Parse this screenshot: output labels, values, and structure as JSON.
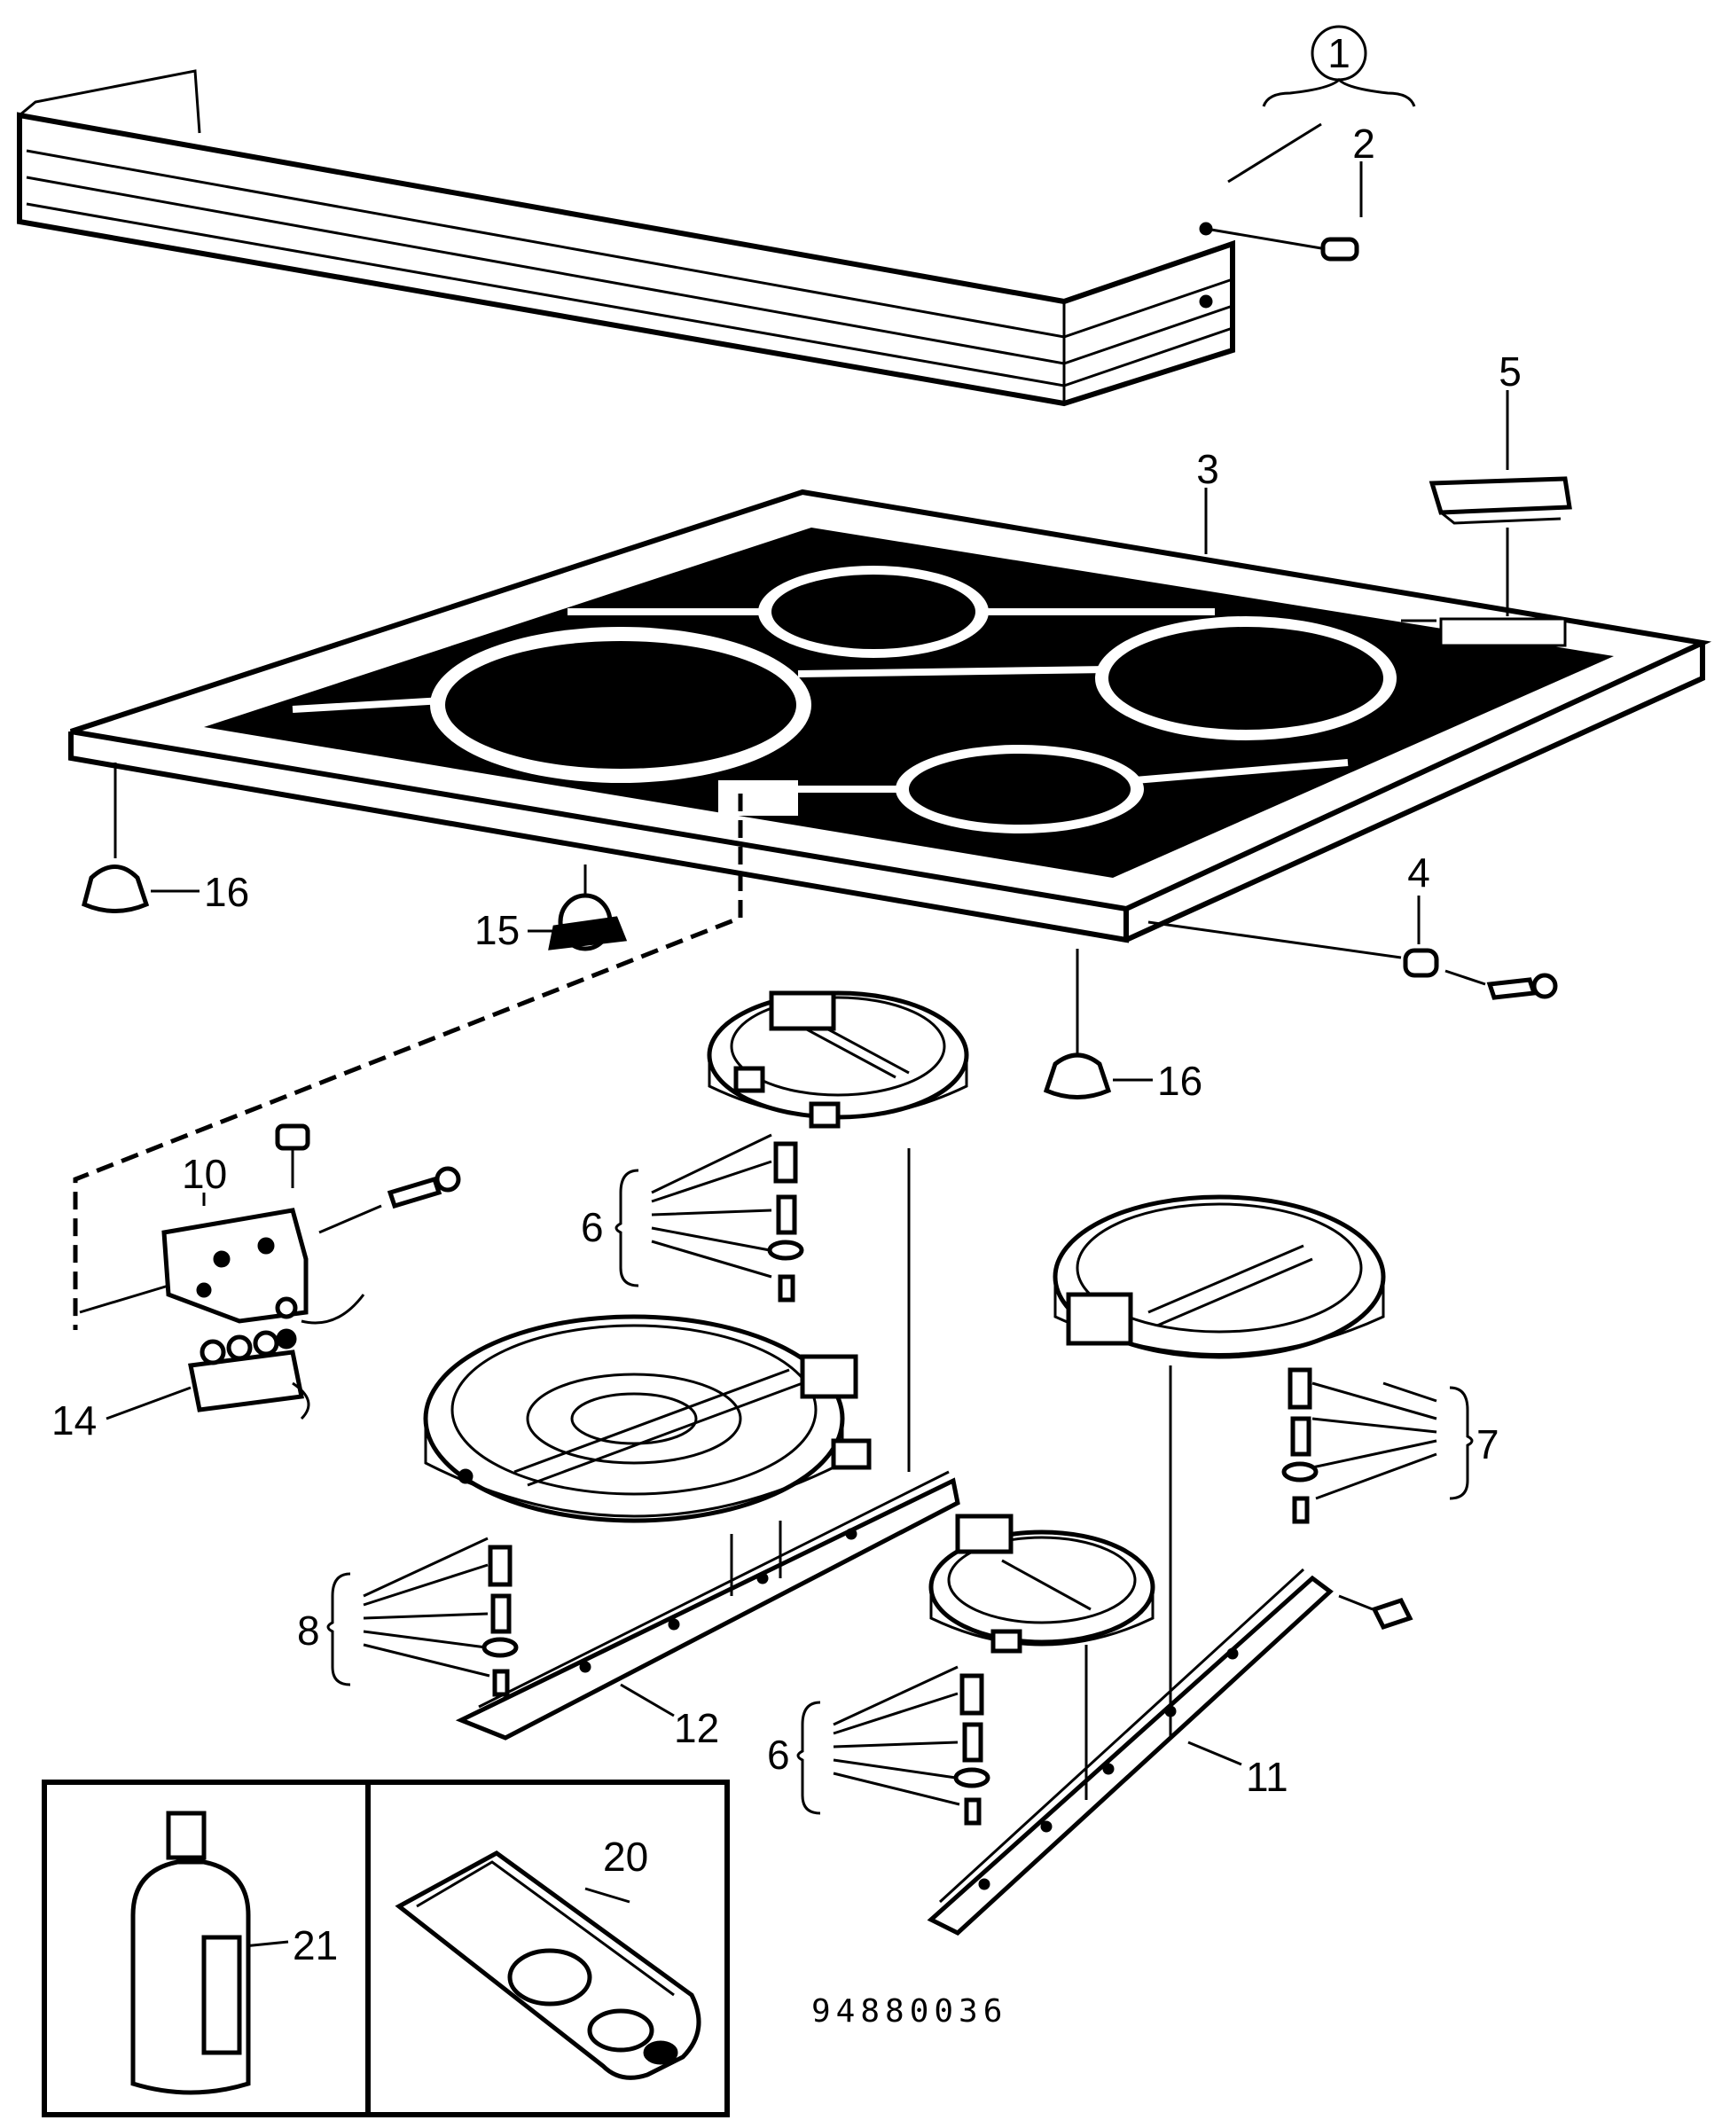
{
  "diagram": {
    "part_labels": {
      "p1": "1",
      "p2": "2",
      "p3": "3",
      "p4": "4",
      "p5": "5",
      "p6a": "6",
      "p6b": "6",
      "p7": "7",
      "p8": "8",
      "p10": "10",
      "p11": "11",
      "p12": "12",
      "p14": "14",
      "p15": "15",
      "p16a": "16",
      "p16b": "16",
      "p20": "20",
      "p21": "21"
    },
    "drawing_code": "94880036"
  },
  "colors": {
    "ink": "#000000",
    "paper": "#ffffff"
  }
}
